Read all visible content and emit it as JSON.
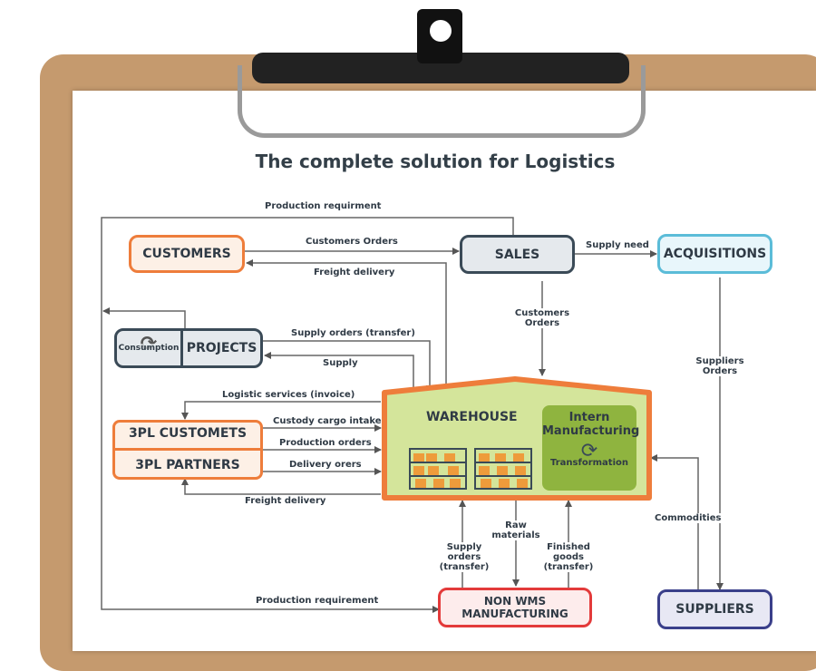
{
  "title": "The complete solution for Logistics",
  "nodes": {
    "customers": "CUSTOMERS",
    "sales": "SALES",
    "acquisitions": "ACQUISITIONS",
    "consumption": "Consumption",
    "projects": "PROJECTS",
    "tpl_customers": "3PL CUSTOMETS",
    "tpl_partners": "3PL PARTNERS",
    "warehouse": "WAREHOUSE",
    "intern_manufacturing": "Intern Manufacturing",
    "transformation": "Transformation",
    "non_wms_manufacturing": "NON WMS MANUFACTURING",
    "suppliers": "SUPPLIERS"
  },
  "edges": {
    "production_req_top": "Production requirment",
    "customers_orders": "Customers Orders",
    "freight_delivery_top": "Freight delivery",
    "supply_need": "Supply need",
    "customers_orders_down": "Customers Orders",
    "suppliers_orders": "Suppliers Orders",
    "supply_orders_transfer": "Supply orders (transfer)",
    "supply": "Supply",
    "logistic_services": "Logistic services (invoice)",
    "custody_cargo": "Custody cargo intake",
    "production_orders": "Production orders",
    "delivery_orers": "Delivery orers",
    "freight_delivery_bottom": "Freight delivery",
    "commodities": "Commodities",
    "supply_orders_transfer_2": "Supply orders (transfer)",
    "raw_materials": "Raw materials",
    "finished_goods": "Finished goods (transfer)",
    "production_req_bottom": "Production requirement"
  },
  "colors": {
    "customers": "#ee7d3b",
    "sales": "#3a4a57",
    "acquisitions": "#5bbcd8",
    "projects": "#3a4a57",
    "tpl": "#ee7d3b",
    "warehouse_border": "#ee7d3b",
    "warehouse_fill": "#d4e59b",
    "non_wms": "#e33a3a",
    "suppliers": "#3a3f8a"
  }
}
